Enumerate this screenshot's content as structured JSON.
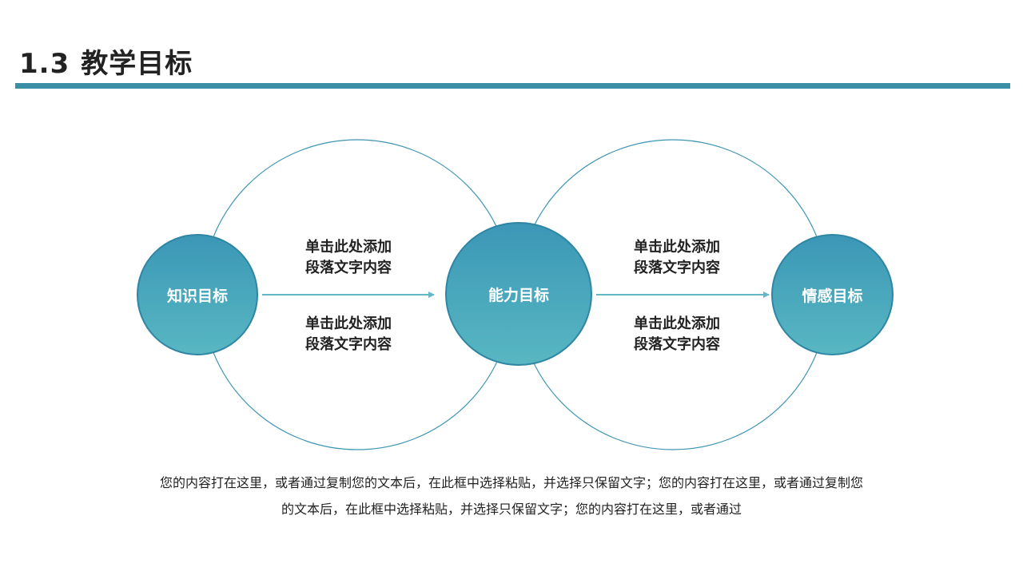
{
  "header": {
    "number": "1.3",
    "title": "教学目标"
  },
  "diagram": {
    "nodes": {
      "left": "知识目标",
      "middle": "能力目标",
      "right": "情感目标"
    },
    "labels": {
      "left_top": "单击此处添加\n段落文字内容",
      "left_bottom": "单击此处添加\n段落文字内容",
      "right_top": "单击此处添加\n段落文字内容",
      "right_bottom": "单击此处添加\n段落文字内容"
    },
    "colors": {
      "accent": "#3a8fa6",
      "node_top": "#3b97b6",
      "node_bottom": "#58b7c2",
      "outline": "#3d95b3"
    }
  },
  "body": {
    "line1": "您的内容打在这里，或者通过复制您的文本后，在此框中选择粘贴，并选择只保留文字；您的内容打在这里，或者通过复制您",
    "line2": "的文本后，在此框中选择粘贴，并选择只保留文字；您的内容打在这里，或者通过"
  }
}
